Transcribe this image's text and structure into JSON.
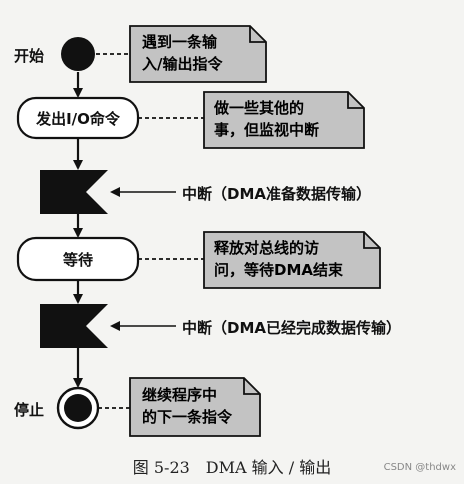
{
  "start_label": "开始",
  "stop_label": "停止",
  "notes": {
    "issue_io": "遇到一条输\n入/输出指令",
    "do_other": "做一些其他的\n事，但监视中断",
    "release_bus": "释放对总线的访\n问，等待DMA结束",
    "continue_program": "继续程序中\n的下一条指令"
  },
  "actions": {
    "issue_io_command": "发出I/O命令",
    "wait": "等待"
  },
  "signals": {
    "interrupt_ready": "中断（DMA准备数据传输）",
    "interrupt_done": "中断（DMA已经完成数据传输）"
  },
  "caption": "图 5-23　DMA 输入 / 输出",
  "watermark": "CSDN @thdwx",
  "colors": {
    "note_fill": "#c3c3c3",
    "node_fill": "#111111",
    "action_fill": "#ffffff",
    "background": "#f4f4f2"
  }
}
